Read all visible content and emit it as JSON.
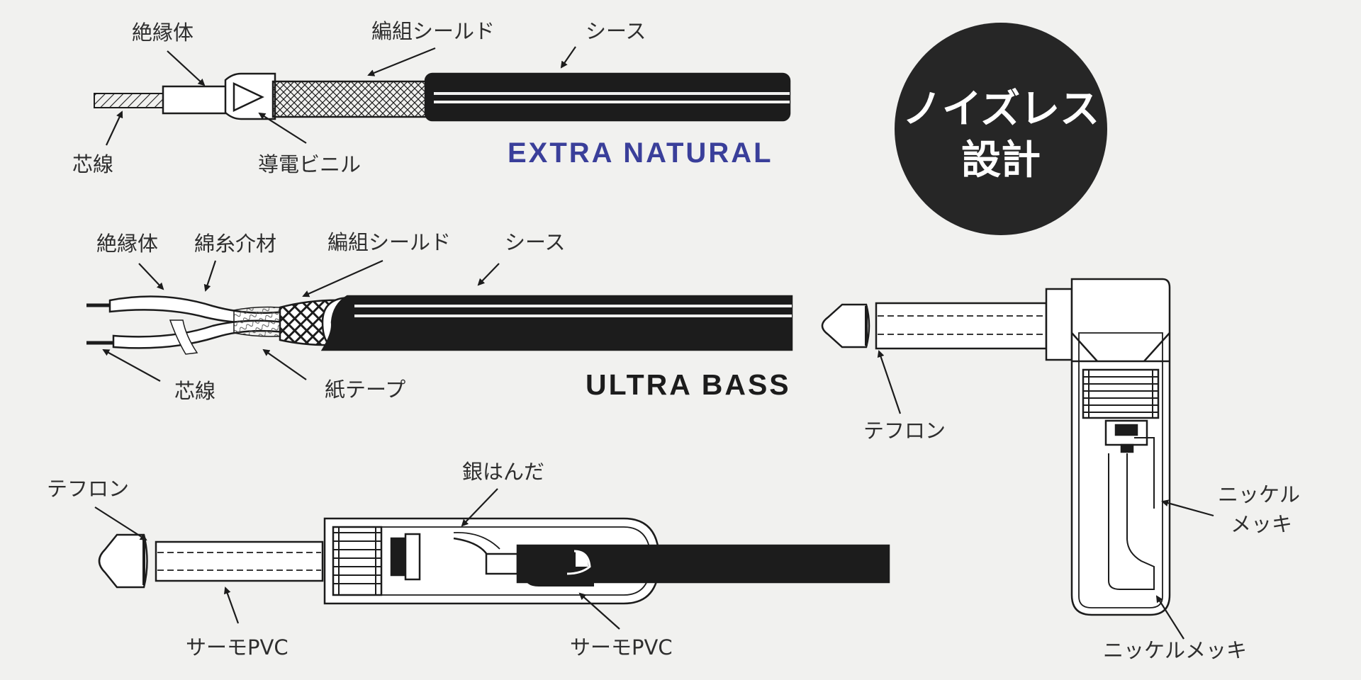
{
  "colors": {
    "background": "#f1f1ef",
    "ink": "#1c1c1c",
    "accent": "#3a3f9a",
    "badge": "#262626"
  },
  "badge": {
    "line1": "ノイズレス",
    "line2": "設計"
  },
  "extra_natural": {
    "title": "EXTRA NATURAL",
    "labels": {
      "insulator": "絶縁体",
      "braided_shield": "編組シールド",
      "sheath": "シース",
      "core_wire": "芯線",
      "conductive_vinyl": "導電ビニル"
    }
  },
  "ultra_bass": {
    "title": "ULTRA BASS",
    "labels": {
      "insulator": "絶縁体",
      "cotton_filler": "綿糸介材",
      "braided_shield": "編組シールド",
      "sheath": "シース",
      "core_wire": "芯線",
      "paper_tape": "紙テープ"
    }
  },
  "straight_plug": {
    "labels": {
      "teflon": "テフロン",
      "silver_solder": "銀はんだ",
      "thermo_pvc_1": "サーモPVC",
      "thermo_pvc_2": "サーモPVC"
    }
  },
  "right_angle_plug": {
    "labels": {
      "teflon": "テフロン",
      "nickel_plating_1a": "ニッケル",
      "nickel_plating_1b": "メッキ",
      "nickel_plating_2": "ニッケルメッキ"
    }
  }
}
